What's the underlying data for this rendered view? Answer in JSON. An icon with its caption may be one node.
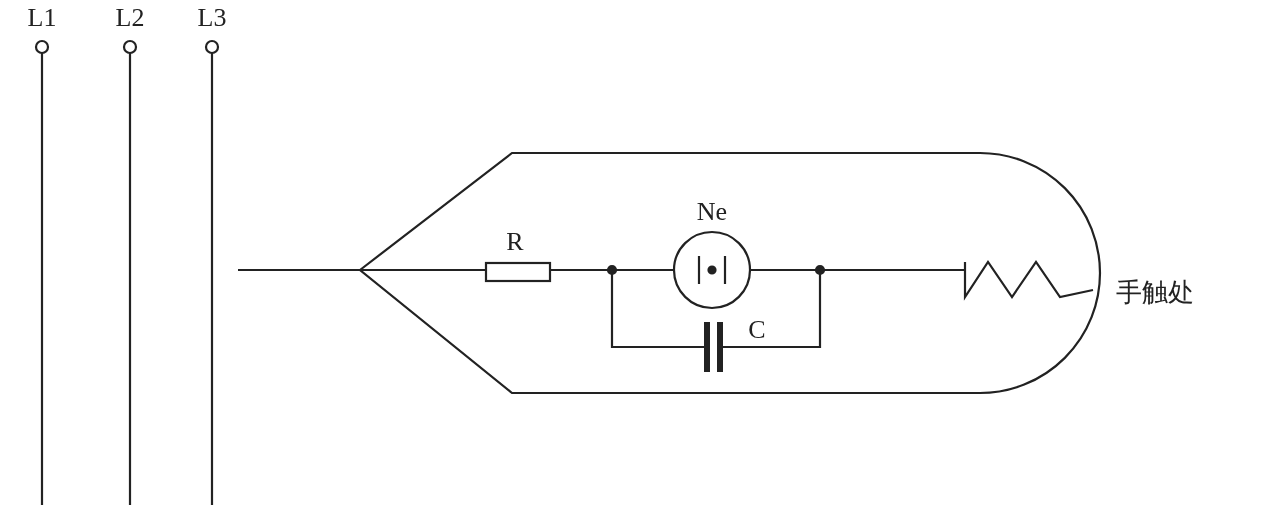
{
  "diagram": {
    "nodes": [
      {
        "text": [
          "R"
        ]
      },
      {
        "text": [
          "Ne"
        ]
      },
      {
        "text": [
          "C"
        ]
      },
      {
        "text": [],
        "shape": "spring",
        "beside": [
          "手触处"
        ]
      }
    ],
    "edges": [
      {
        "from": null,
        "to": 0,
        "arrow": "none"
      },
      {
        "from": 0,
        "to": 1,
        "arrow": "none"
      },
      {
        "from": 0,
        "to": 2,
        "arrow": "none"
      },
      {
        "from": 1,
        "to": 3,
        "arrow": "none"
      },
      {
        "from": 2,
        "to": 3,
        "arrow": "none"
      }
    ],
    "labels": [
      "L1",
      "L2",
      "L3"
    ]
  }
}
